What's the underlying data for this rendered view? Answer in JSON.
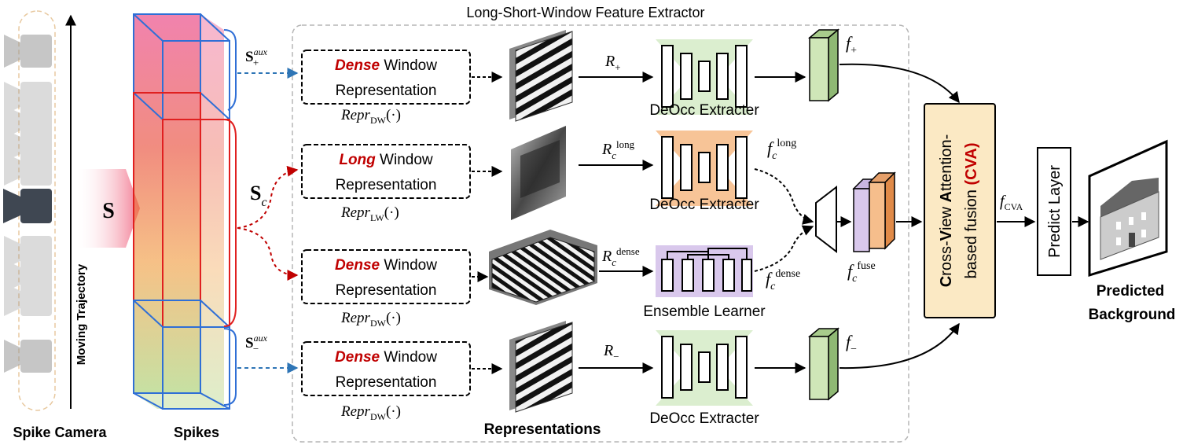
{
  "title": "Long-Short-Window Feature Extractor",
  "camera_label": "Spike Camera",
  "trajectory_label": "Moving Trajectory",
  "spikes_label": "Spikes",
  "input_symbol": "S",
  "s_plus": {
    "main": "S",
    "sup": "aux",
    "sub": "+"
  },
  "s_c": {
    "main": "S",
    "sub": "c"
  },
  "s_minus": {
    "main": "S",
    "sup": "aux",
    "sub": "−"
  },
  "boxes": [
    {
      "kw": "Dense",
      "rest": " Window",
      "line2": "Representation",
      "repr": "Repr",
      "sub": "DW",
      "arg": "(·)"
    },
    {
      "kw": "Long",
      "rest": " Window",
      "line2": "Representation",
      "repr": "Repr",
      "sub": "LW",
      "arg": "(·)"
    },
    {
      "kw": "Dense",
      "rest": " Window",
      "line2": "Representation",
      "repr": "Repr",
      "sub": "DW",
      "arg": "(·)"
    },
    {
      "kw": "Dense",
      "rest": " Window",
      "line2": "Representation",
      "repr": "Repr",
      "sub": "DW",
      "arg": "(·)"
    }
  ],
  "r_labels": [
    {
      "main": "R",
      "sub": "+",
      "sup": ""
    },
    {
      "main": "R",
      "sub": "c",
      "sup": "long"
    },
    {
      "main": "R",
      "sub": "c",
      "sup": "dense"
    },
    {
      "main": "R",
      "sub": "−",
      "sup": ""
    }
  ],
  "representations_label": "Representations",
  "deocc_label": "DeOcc Extracter",
  "ensemble_label": "Ensemble Learner",
  "f_labels": [
    {
      "main": "f",
      "sub": "+",
      "sup": ""
    },
    {
      "main": "f",
      "sub": "c",
      "sup": "long"
    },
    {
      "main": "f",
      "sub": "c",
      "sup": "dense"
    },
    {
      "main": "f",
      "sub": "−",
      "sup": ""
    },
    {
      "main": "f",
      "sub": "c",
      "sup": "fuse"
    }
  ],
  "cva": {
    "line1_b1": "C",
    "line1_t1": "ross-",
    "line1_b2": "V",
    "line1_t2": "iew ",
    "line1_b3": "A",
    "line1_t3": "ttention-",
    "line2": "based fusion ",
    "line2_red": "(CVA)"
  },
  "f_cva": {
    "main": "f",
    "sub": "CVA"
  },
  "predict_layer": "Predict Layer",
  "output_label_1": "Predicted",
  "output_label_2": "Background",
  "colors": {
    "red": "#c00000",
    "blue_dash": "#2e75b6",
    "green_block": "#cfe6b8",
    "orange_block": "#f6be8c",
    "purple_block": "#d9c8ec",
    "cva_fill": "#fbe9c4"
  }
}
